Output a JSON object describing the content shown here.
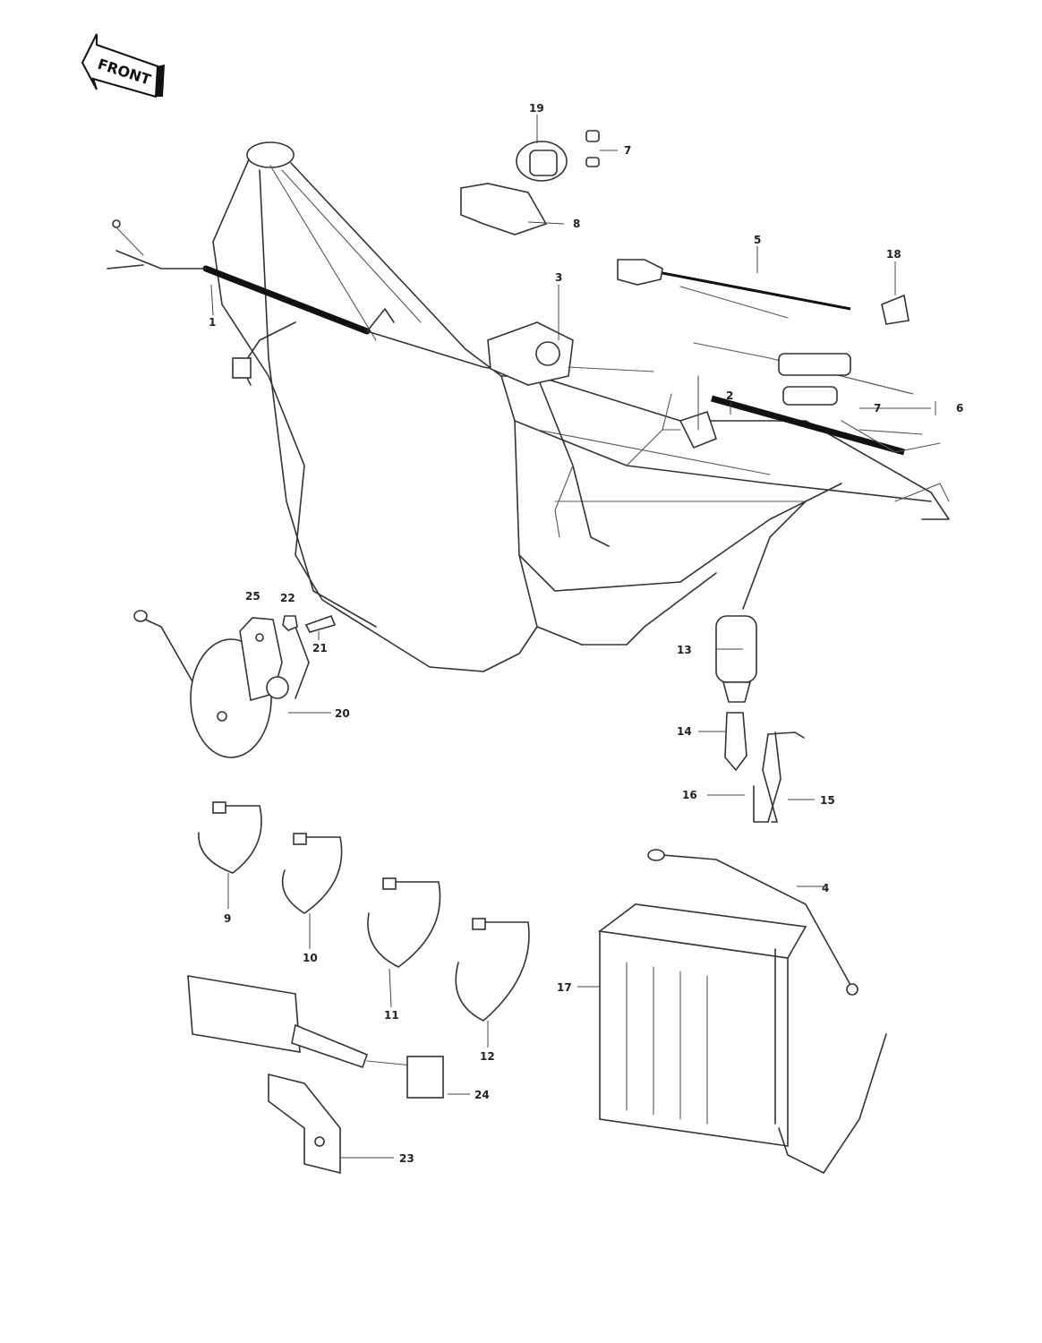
{
  "direction_label": "FRONT",
  "callouts": [
    {
      "key": "p1",
      "text": "1"
    },
    {
      "key": "p2",
      "text": "2"
    },
    {
      "key": "p3",
      "text": "3"
    },
    {
      "key": "p4",
      "text": "4"
    },
    {
      "key": "p5",
      "text": "5"
    },
    {
      "key": "p6",
      "text": "6"
    },
    {
      "key": "p7a",
      "text": "7"
    },
    {
      "key": "p7b",
      "text": "7"
    },
    {
      "key": "p8",
      "text": "8"
    },
    {
      "key": "p9",
      "text": "9"
    },
    {
      "key": "p10",
      "text": "10"
    },
    {
      "key": "p11",
      "text": "11"
    },
    {
      "key": "p12",
      "text": "12"
    },
    {
      "key": "p13",
      "text": "13"
    },
    {
      "key": "p14",
      "text": "14"
    },
    {
      "key": "p15",
      "text": "15"
    },
    {
      "key": "p16",
      "text": "16"
    },
    {
      "key": "p17",
      "text": "17"
    },
    {
      "key": "p18",
      "text": "18"
    },
    {
      "key": "p19",
      "text": "19"
    },
    {
      "key": "p20",
      "text": "20"
    },
    {
      "key": "p21",
      "text": "21"
    },
    {
      "key": "p22",
      "text": "22"
    },
    {
      "key": "p23",
      "text": "23"
    },
    {
      "key": "p24",
      "text": "24"
    },
    {
      "key": "p25",
      "text": "25"
    }
  ]
}
